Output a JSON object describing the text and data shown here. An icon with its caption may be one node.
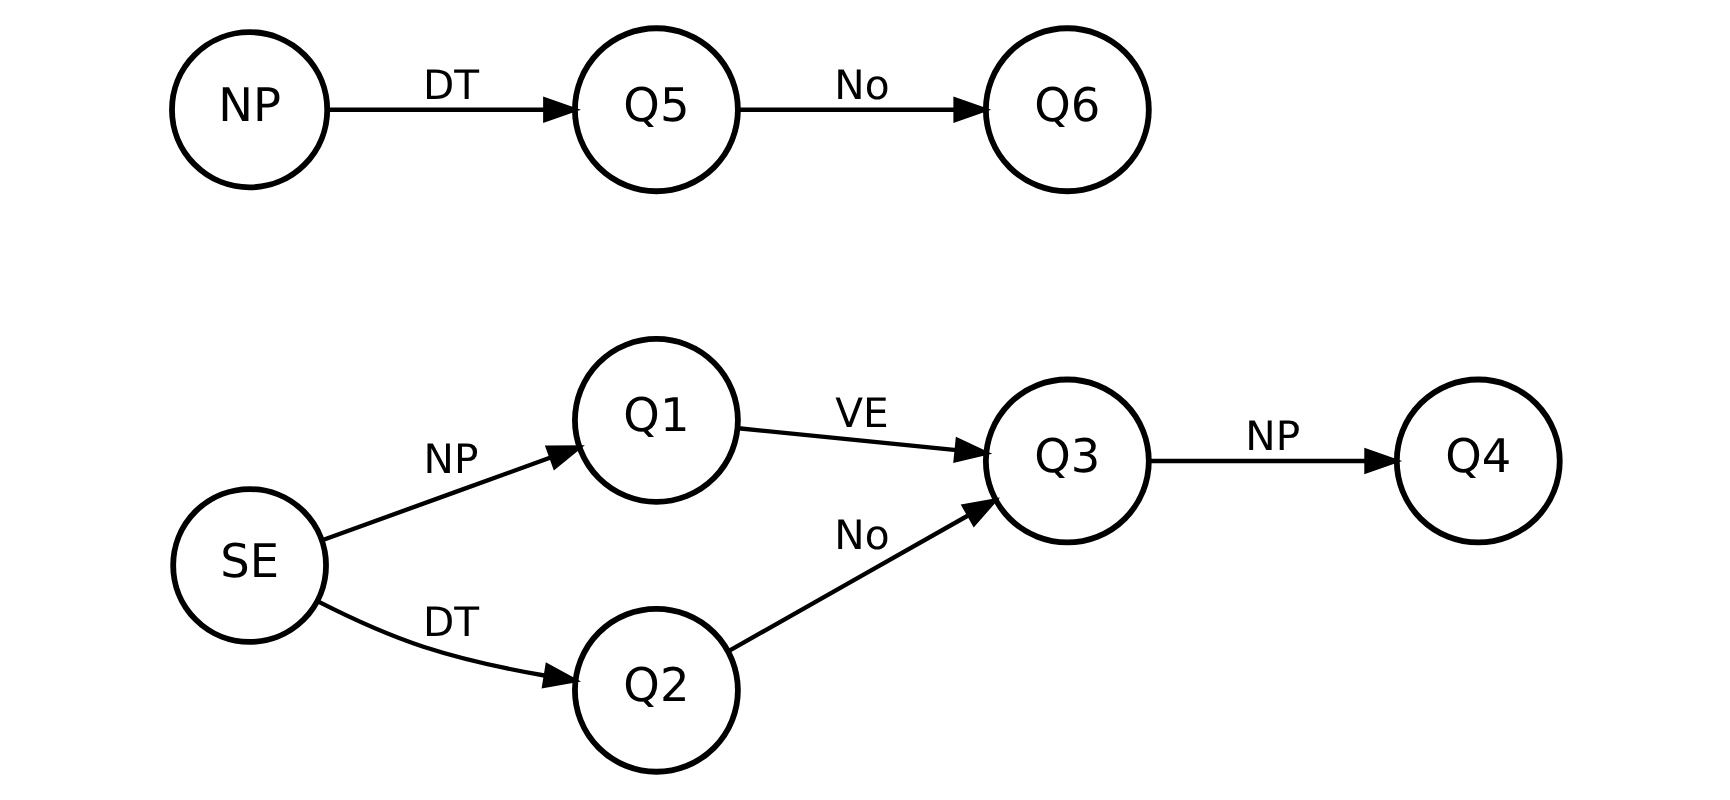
{
  "diagram": {
    "nodes": [
      {
        "text": [
          "SE"
        ]
      },
      {
        "text": [
          "Q1"
        ]
      },
      {
        "text": [
          "Q2"
        ]
      },
      {
        "text": [
          "Q3"
        ]
      },
      {
        "text": [
          "Q4"
        ]
      },
      {
        "text": [
          "NP"
        ]
      },
      {
        "text": [
          "Q5"
        ]
      },
      {
        "text": [
          "Q6"
        ]
      }
    ],
    "edges": [
      {
        "from": 0,
        "to": 1,
        "arrow": "to",
        "label": "NP"
      },
      {
        "from": 0,
        "to": 2,
        "arrow": "to",
        "label": "DT"
      },
      {
        "from": 1,
        "to": 3,
        "arrow": "to",
        "label": "VE"
      },
      {
        "from": 2,
        "to": 3,
        "arrow": "to",
        "label": "No"
      },
      {
        "from": 3,
        "to": 4,
        "arrow": "to",
        "label": "NP"
      },
      {
        "from": 5,
        "to": 6,
        "arrow": "to",
        "label": "DT"
      },
      {
        "from": 6,
        "to": 7,
        "arrow": "to",
        "label": "No"
      }
    ]
  }
}
